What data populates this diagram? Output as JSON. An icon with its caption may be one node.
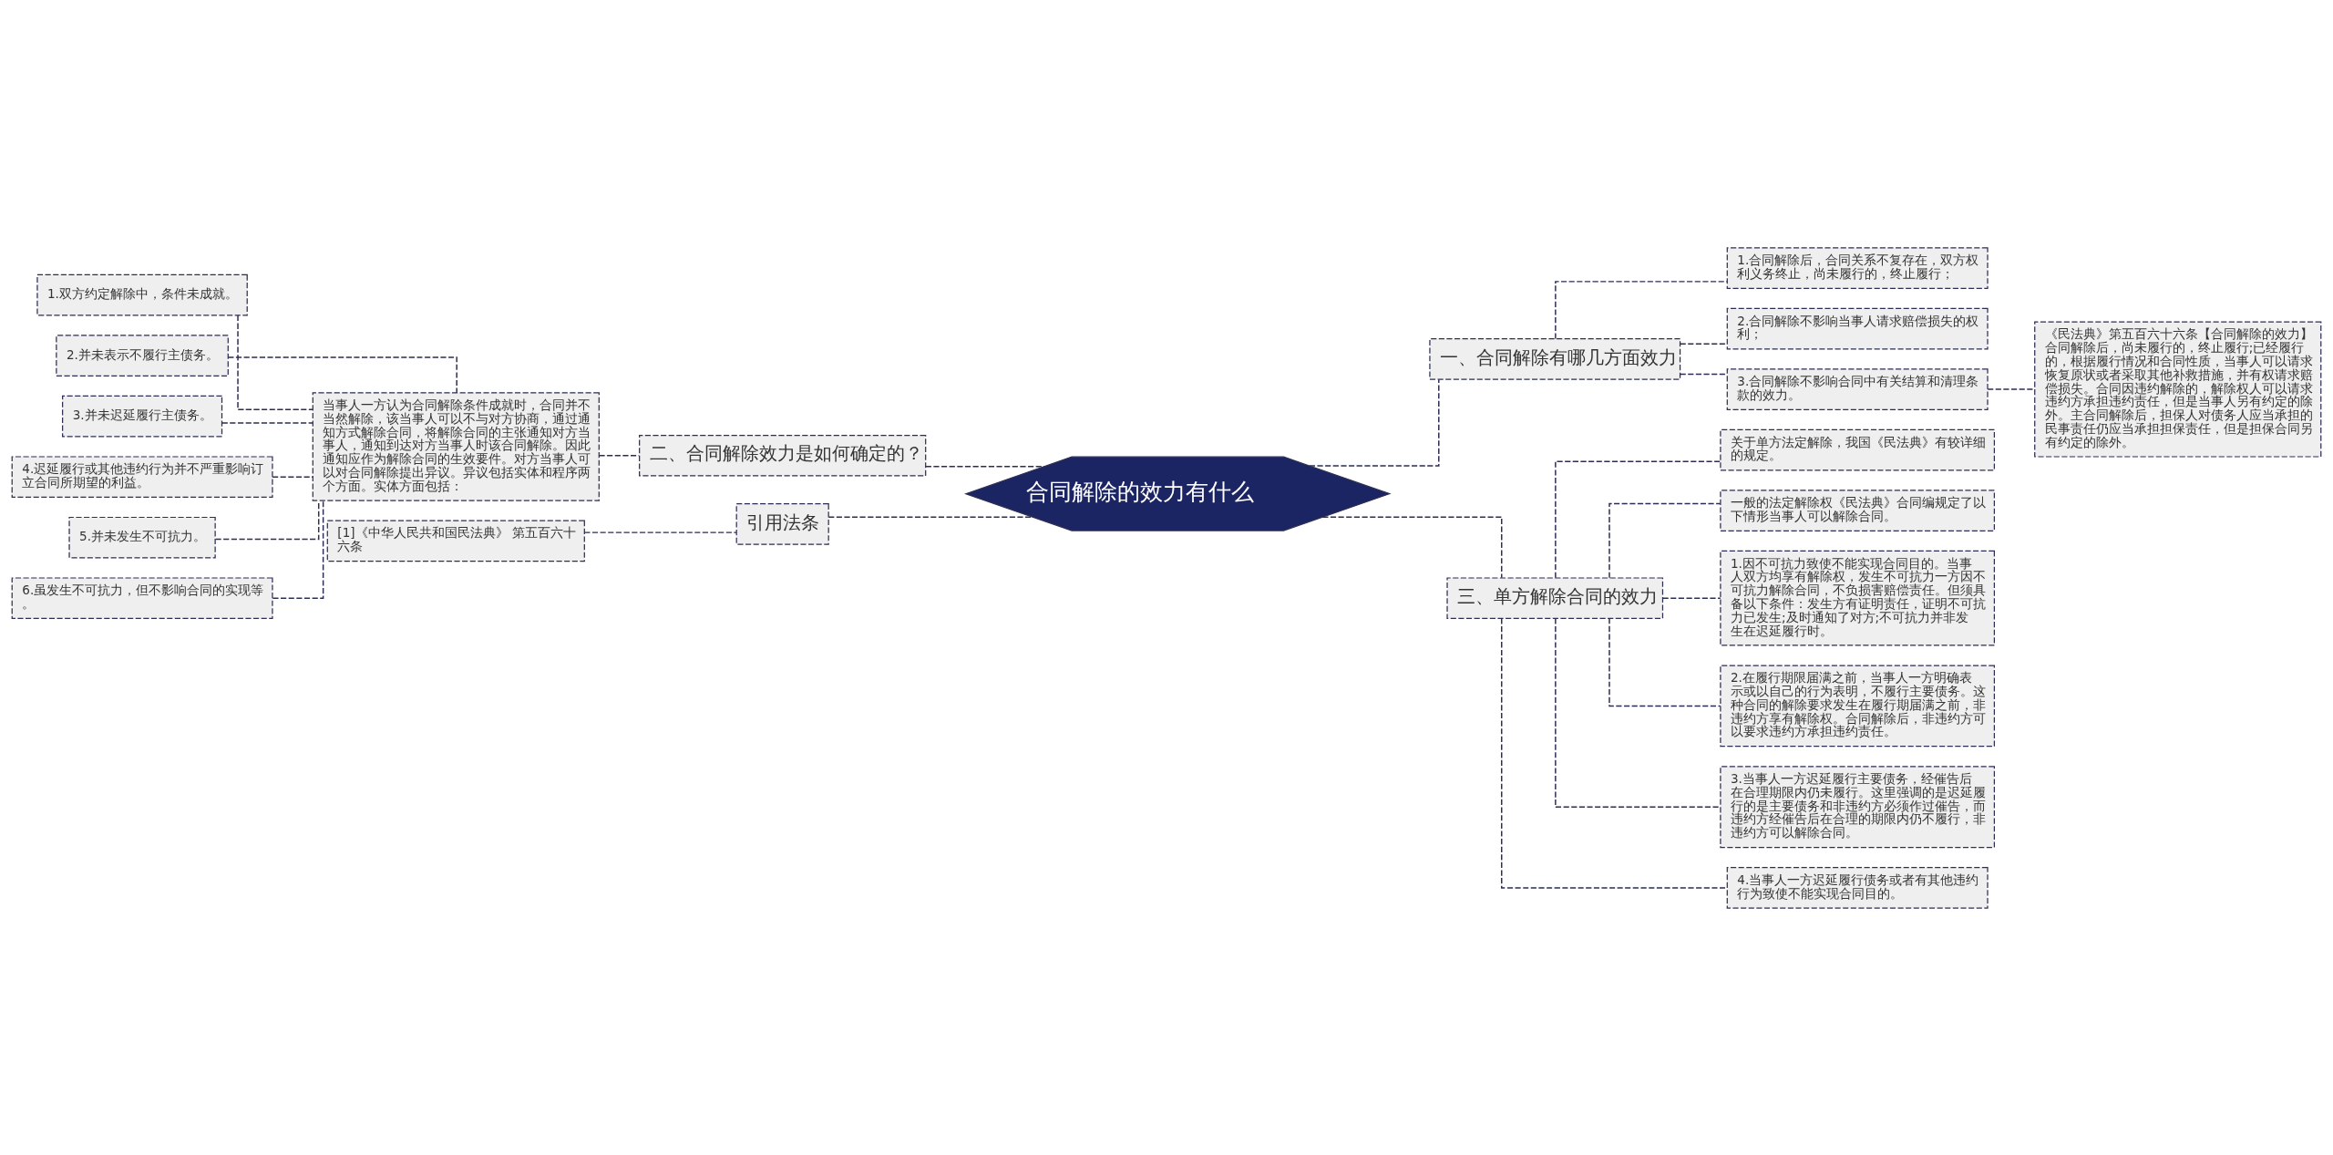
{
  "diagram": {
    "nodes": [
      {
        "text": [
          "合同解除的效力有什么"
        ]
      },
      {
        "text": [
          "一、合同解除有哪几方面效力"
        ]
      },
      {
        "text": [
          "1.合同解除后，合同关系不复存在，双方权利义务终止，尚未履行的，终止履行；"
        ]
      },
      {
        "text": [
          "2.合同解除不影响当事人请求赔偿损失的权利；"
        ]
      },
      {
        "text": [
          "3.合同解除不影响合同中有关结算和清理条款的效力。"
        ]
      },
      {
        "text": [
          "《民法典》第五百六十六条【合同解除的效力】合同解除后，尚未履行的，终止履行;已经履行的，根据履行情况和合同性质，当事人可以请求恢复原状或者采取其他补救措施，并有权请求赔偿损失。合同因违约解除的，解除权人可以请求违约方承担违约责任，但是当事人另有约定的除外。主合同解除后，担保人对债务人应当承担的民事责任仍应当承担担保责任，但是担保合同另有约定的除外。"
        ]
      },
      {
        "text": [
          "二、合同解除效力是如何确定的？"
        ]
      },
      {
        "text": [
          "当事人一方认为合同解除条件成就时，合同并不当然解除，该当事人可以不与对方协商，通过通知方式解除合同，将解除合同的主张通知对方当事人，通知到达对方当事人时该合同解除。因此通知应作为解除合同的生效要件。对方当事人可以对合同解除提出异议。异议包括实体和程序两个方面。实体方面包括："
        ]
      },
      {
        "text": [
          "1.双方约定解除中，条件未成就。"
        ]
      },
      {
        "text": [
          "2.并未表示不履行主债务。"
        ]
      },
      {
        "text": [
          "3.并未迟延履行主债务。"
        ]
      },
      {
        "text": [
          "4.迟延履行或其他违约行为并不严重影响订立合同所期望的利益。"
        ]
      },
      {
        "text": [
          "5.并未发生不可抗力。"
        ]
      },
      {
        "text": [
          "6.虽发生不可抗力，但不影响合同的实现等。"
        ]
      },
      {
        "text": [
          "三、单方解除合同的效力"
        ]
      },
      {
        "text": [
          "关于单方法定解除，我国《民法典》有较详细的规定。"
        ]
      },
      {
        "text": [
          "一般的法定解除权《民法典》合同编规定了以下情形当事人可以解除合同。"
        ]
      },
      {
        "text": [
          "1.因不可抗力致使不能实现合同目的。当事人双方均享有解除权，发生不可抗力一方因不可抗力解除合同，不负损害赔偿责任。但须具备以下条件：发生方有证明责任，证明不可抗力已发生;及时通知了对方;不可抗力并非发生在迟延履行时。"
        ]
      },
      {
        "text": [
          "2.在履行期限届满之前，当事人一方明确表示或以自己的行为表明，不履行主要债务。这种合同的解除要求发生在履行期届满之前，非违约方享有解除权。合同解除后，非违约方可以要求违约方承担违约责任。"
        ]
      },
      {
        "text": [
          "3.当事人一方迟延履行主要债务，经催告后在合理期限内仍未履行。这里强调的是迟延履行的是主要债务和非违约方必须作过催告，而违约方经催告后在合理的期限内仍不履行，非违约方可以解除合同。"
        ]
      },
      {
        "text": [
          "4.当事人一方迟延履行债务或者有其他违约行为致使不能实现合同目的。"
        ]
      },
      {
        "text": [
          "引用法条"
        ]
      },
      {
        "text": [
          "[1]《中华人民共和国民法典》 第五百六十六条"
        ]
      }
    ],
    "edges": [
      {
        "from": 0,
        "to": 1,
        "arrow": "none"
      },
      {
        "from": 1,
        "to": 2,
        "arrow": "none"
      },
      {
        "from": 1,
        "to": 3,
        "arrow": "none"
      },
      {
        "from": 1,
        "to": 4,
        "arrow": "none"
      },
      {
        "from": 4,
        "to": 5,
        "arrow": "none"
      },
      {
        "from": 0,
        "to": 6,
        "arrow": "none"
      },
      {
        "from": 6,
        "to": 7,
        "arrow": "none"
      },
      {
        "from": 7,
        "to": 8,
        "arrow": "none"
      },
      {
        "from": 7,
        "to": 9,
        "arrow": "none"
      },
      {
        "from": 7,
        "to": 10,
        "arrow": "none"
      },
      {
        "from": 7,
        "to": 11,
        "arrow": "none"
      },
      {
        "from": 7,
        "to": 12,
        "arrow": "none"
      },
      {
        "from": 7,
        "to": 13,
        "arrow": "none"
      },
      {
        "from": 0,
        "to": 14,
        "arrow": "none"
      },
      {
        "from": 14,
        "to": 15,
        "arrow": "none"
      },
      {
        "from": 14,
        "to": 16,
        "arrow": "none"
      },
      {
        "from": 14,
        "to": 17,
        "arrow": "none"
      },
      {
        "from": 14,
        "to": 18,
        "arrow": "none"
      },
      {
        "from": 14,
        "to": 19,
        "arrow": "none"
      },
      {
        "from": 14,
        "to": 20,
        "arrow": "none"
      },
      {
        "from": 0,
        "to": 21,
        "arrow": "none"
      },
      {
        "from": 21,
        "to": 22,
        "arrow": "none"
      }
    ]
  }
}
